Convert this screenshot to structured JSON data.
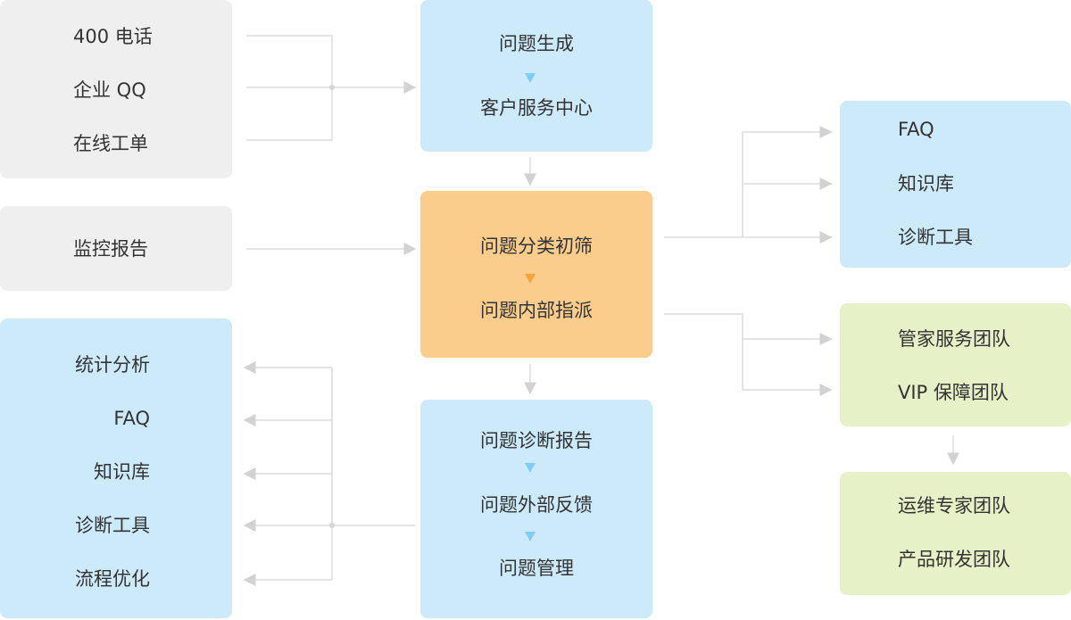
{
  "inputs_box": {
    "items": [
      "400 电话",
      "企业 QQ",
      "在线工单"
    ]
  },
  "monitor_box": {
    "label": "监控报告"
  },
  "output_box": {
    "items": [
      "统计分析",
      "FAQ",
      "知识库",
      "诊断工具",
      "流程优化"
    ]
  },
  "generate_box": {
    "step1": "问题生成",
    "step2": "客户服务中心"
  },
  "triage_box": {
    "step1": "问题分类初筛",
    "step2": "问题内部指派"
  },
  "diagnosis_box": {
    "step1": "问题诊断报告",
    "step2": "问题外部反馈",
    "step3": "问题管理"
  },
  "self_service_box": {
    "items": [
      "FAQ",
      "知识库",
      "诊断工具"
    ]
  },
  "team_box": {
    "items": [
      "管家服务团队",
      "VIP 保障团队"
    ]
  },
  "expert_box": {
    "items": [
      "运维专家团队",
      "产品研发团队"
    ]
  },
  "colors": {
    "gray": "#efefef",
    "blue": "#cdeafb",
    "orange": "#fbcd8d",
    "green": "#e6f1c7",
    "line": "#cccccc"
  }
}
